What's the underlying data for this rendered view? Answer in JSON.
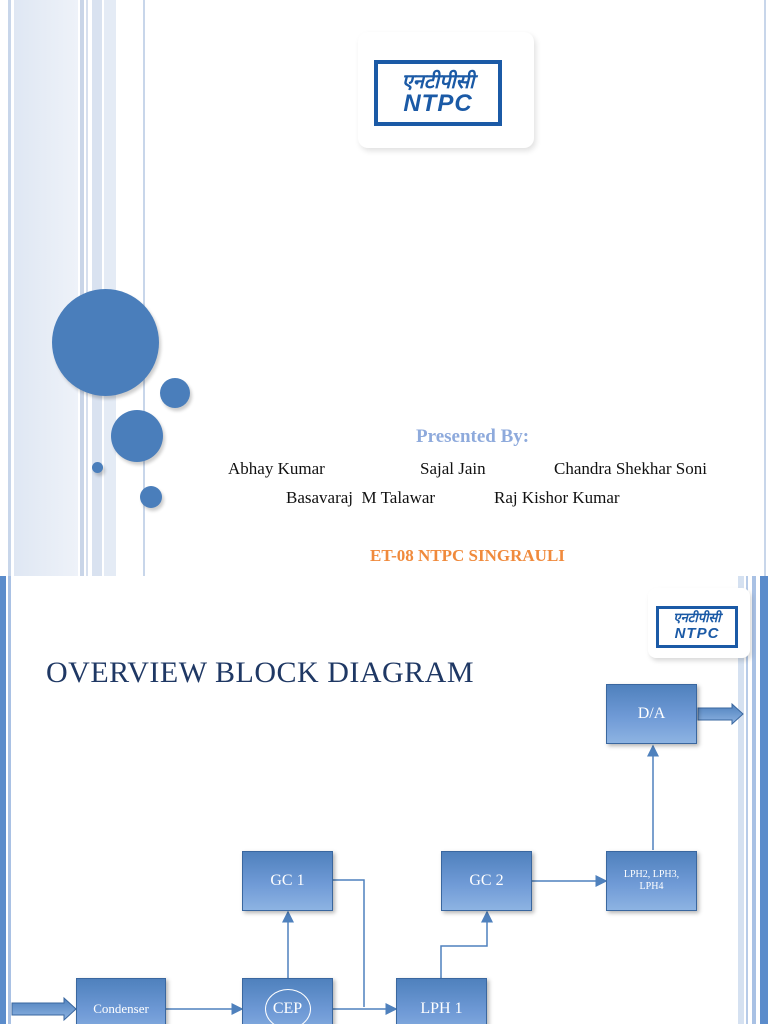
{
  "slide1": {
    "logo": {
      "hindi": "एनटीपीसी",
      "english": "NTPC"
    },
    "presented_by": "Presented By:",
    "presenters_row1": [
      "Abhay Kumar",
      "Sajal Jain",
      "Chandra Shekhar Soni"
    ],
    "presenters_row2": [
      "Basavaraj  M Talawar",
      "Raj Kishor Kumar"
    ],
    "batch": "ET-08 NTPC SINGRAULI",
    "colors": {
      "circle": "#4a7ebb",
      "presented": "#8eaadc",
      "batch": "#f08a3c"
    }
  },
  "slide2": {
    "title": "OVERVIEW BLOCK DIAGRAM",
    "logo": {
      "hindi": "एनटीपीसी",
      "english": "NTPC"
    },
    "blocks": {
      "condenser": "Condenser",
      "cep": "CEP",
      "gc1": "GC 1",
      "lph1": "LPH 1",
      "gc2": "GC 2",
      "lph234": "LPH2, LPH3, LPH4",
      "da": "D/A"
    },
    "colors": {
      "title": "#1f3864",
      "block": "#5b8ccb",
      "arrow": "#4f81bd"
    }
  }
}
